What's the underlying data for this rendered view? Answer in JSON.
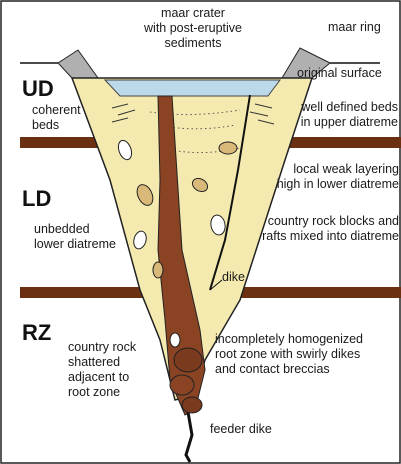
{
  "zones": {
    "upper": "UD",
    "lower": "LD",
    "root": "RZ"
  },
  "labels": {
    "crater": "maar crater\nwith post-eruptive\nsediments",
    "maar_ring": "maar ring",
    "original_surface": "original surface",
    "coherent_beds": "coherent\nbeds",
    "well_defined_beds": "well defined beds\nin upper diatreme",
    "weak_layering": "local weak layering\nhigh in lower diatreme",
    "country_rock_blocks": "country rock blocks and\nrafts mixed into diatreme",
    "unbedded": "unbedded\nlower diatreme",
    "dike": "dike",
    "shattered": "country rock\nshattered\nadjacent to\nroot zone",
    "homogenized": "incompletely homogenized\nroot zone with swirly dikes\nand contact breccias",
    "feeder_dike": "feeder dike"
  },
  "colors": {
    "diatreme_fill": "#f4eab0",
    "dike_brown": "#8a4424",
    "layer_brown": "#6b2f12",
    "crater_water": "#bcd9ea",
    "clast_tan": "#d9b97a"
  }
}
